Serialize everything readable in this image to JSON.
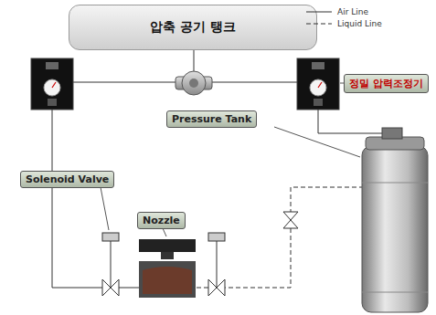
{
  "diagram": {
    "nodes": [
      {
        "text": [
          "압축 공기 탱크"
        ]
      },
      {
        "text": [
          "정밀 압력조정기"
        ]
      },
      {
        "text": [
          "Pressure Tank"
        ]
      },
      {
        "text": [
          "Solenoid Valve"
        ]
      },
      {
        "text": [
          "Nozzle"
        ]
      }
    ],
    "legend": [
      {
        "text": "Air Line"
      },
      {
        "text": "Liquid Line"
      }
    ]
  }
}
